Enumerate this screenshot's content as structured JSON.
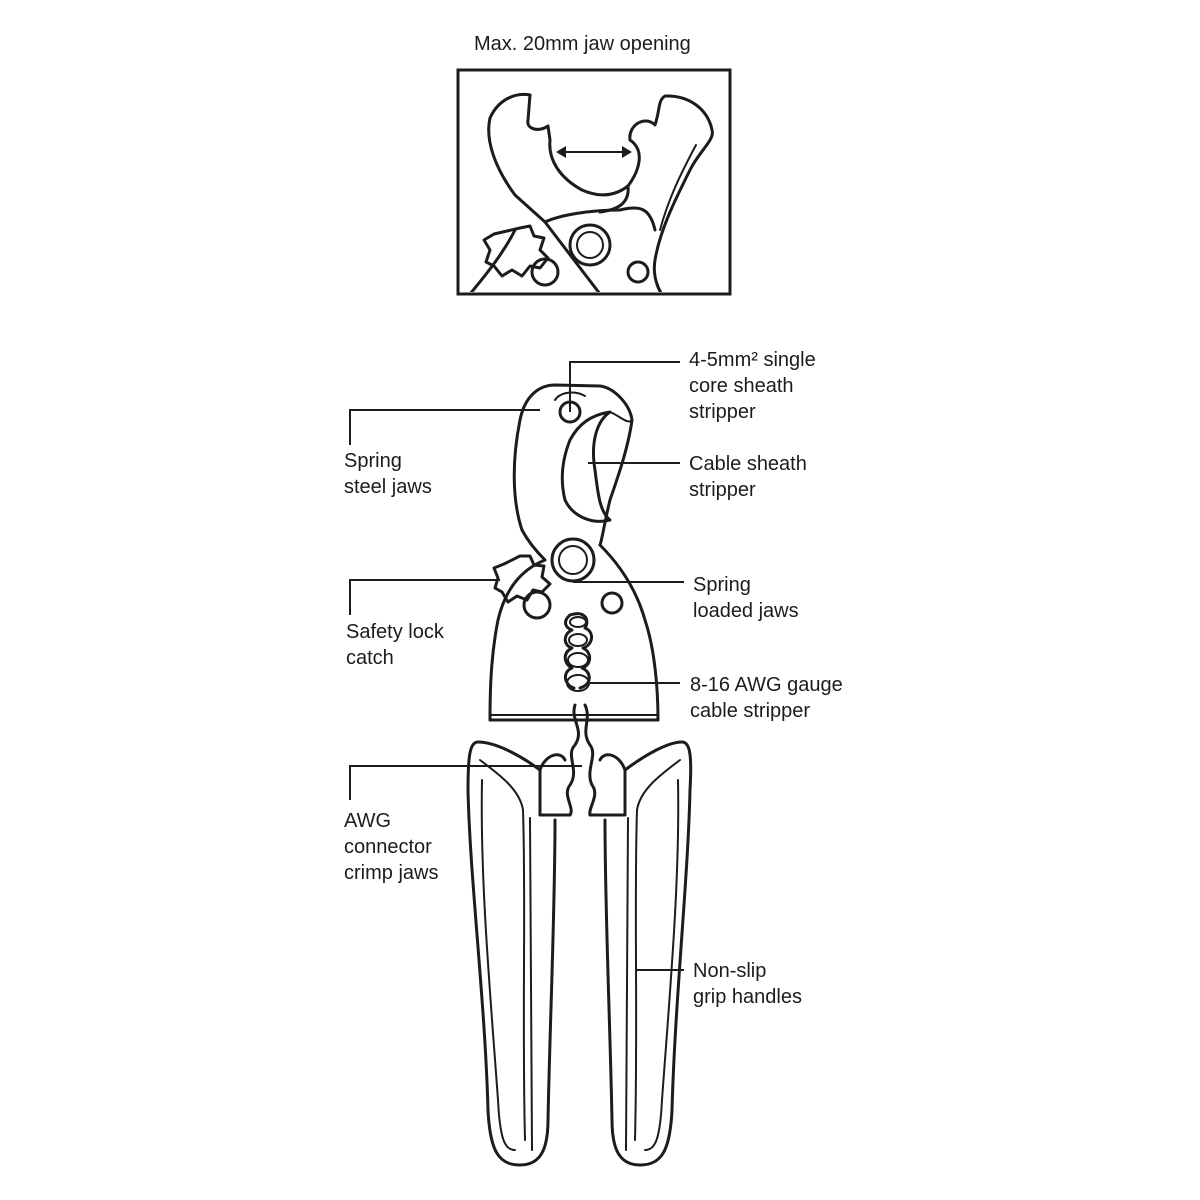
{
  "inset": {
    "caption": "Max. 20mm jaw opening"
  },
  "callouts": {
    "single_core": [
      "4-5mm² single",
      "core sheath",
      "stripper"
    ],
    "spring_steel": [
      "Spring",
      "steel jaws"
    ],
    "cable_sheath": [
      "Cable sheath",
      "stripper"
    ],
    "spring_loaded": [
      "Spring",
      "loaded jaws"
    ],
    "safety_lock": [
      "Safety lock",
      "catch"
    ],
    "awg_stripper": [
      "8-16 AWG gauge",
      "cable stripper"
    ],
    "awg_crimp": [
      "AWG",
      "connector",
      "crimp jaws"
    ],
    "non_slip": [
      "Non-slip",
      "grip handles"
    ]
  },
  "colors": {
    "line": "#1c1c1c",
    "background": "#ffffff"
  }
}
